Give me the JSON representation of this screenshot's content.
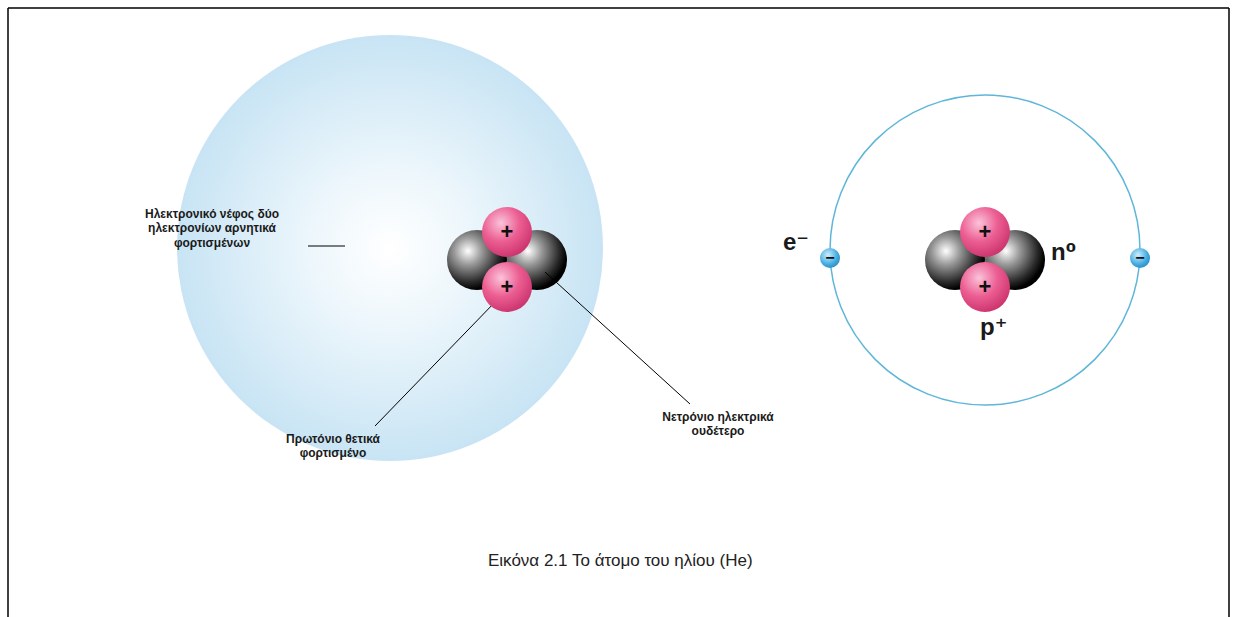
{
  "diagram": {
    "caption": "Εικόνα 2.1 Το άτομο του ηλίου (He)",
    "nodes": [
      {
        "text": [
          "+"
        ]
      },
      {
        "text": [
          "+"
        ]
      },
      {
        "text": [
          "−"
        ]
      },
      {
        "text": [
          "+"
        ]
      },
      {
        "text": [
          "+"
        ]
      },
      {
        "text": [
          "−"
        ]
      }
    ],
    "labels": [
      "Ηλεκτρονικό νέφος δύο ηλεκτρονίων αρνητικά φορτισμένων",
      "Πρωτόνιο θετικά φορτισμένο",
      "Νετρόνιο ηλεκτρικά ουδέτερο",
      "e⁻",
      "n⁰",
      "p⁺"
    ]
  }
}
